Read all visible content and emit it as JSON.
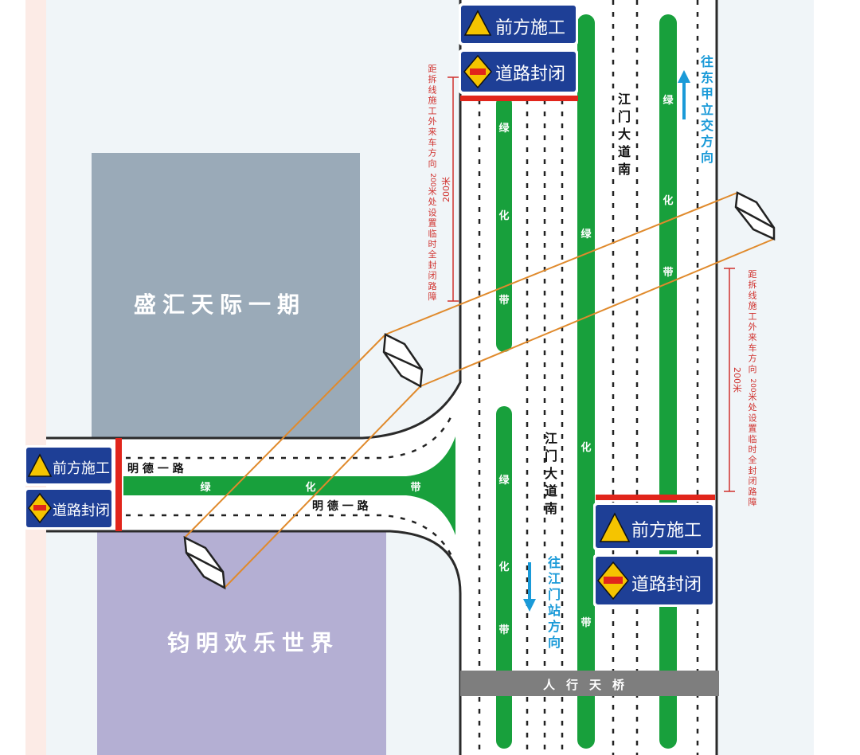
{
  "blocks": {
    "upper_left": "盛汇天际一期",
    "lower_left": "钧明欢乐世界"
  },
  "roads": {
    "main_road_west": [
      "江",
      "门",
      "大",
      "道",
      "南"
    ],
    "main_road_east": [
      "江",
      "门",
      "大",
      "道",
      "南"
    ],
    "side_road_north": "明 德 一 路",
    "side_road_south": "明 德 一 路"
  },
  "green_belts": {
    "char_1": "绿",
    "char_2": "化",
    "char_3": "带"
  },
  "signs": {
    "construction_ahead": "前方施工",
    "road_closed": "道路封闭"
  },
  "directions": {
    "north": [
      "往",
      "东",
      "甲",
      "立",
      "交",
      "方",
      "向"
    ],
    "south": [
      "往",
      "江",
      "门",
      "站",
      "方",
      "向"
    ]
  },
  "notes": {
    "distance": "200米",
    "closure_note_chars": [
      "距",
      "拆",
      "线",
      "施",
      "工",
      "外",
      "来",
      "车",
      "方",
      "向",
      "200",
      "米",
      "处",
      "设",
      "置",
      "临",
      "时",
      "全",
      "封",
      "闭",
      "路",
      "障"
    ]
  },
  "bridge": "人行天桥",
  "colors": {
    "block_upper": "#9aaab8",
    "block_lower": "#b4afd3",
    "green_belt": "#18a03c",
    "sign_blue": "#1e3f96",
    "sign_yellow": "#f5c400",
    "barrier_red": "#e1251b",
    "arrow_blue": "#1a9ad8",
    "bridge_gray": "#7e7e7e",
    "demolition_outline": "#e08a2c"
  }
}
